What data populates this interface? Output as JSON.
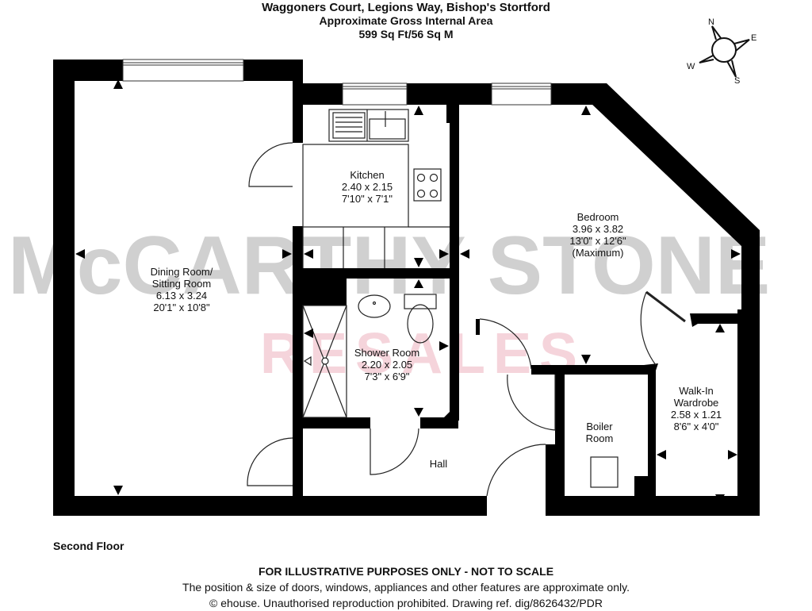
{
  "header": {
    "address": "Waggoners Court, Legions Way, Bishop's Stortford",
    "area_title": "Approximate Gross Internal Area",
    "area_value": "599 Sq Ft/56 Sq M"
  },
  "compass": {
    "n": "N",
    "e": "E",
    "s": "S",
    "w": "W"
  },
  "watermark": {
    "brand": "McCARTHY STONE",
    "sub": "RESALES"
  },
  "rooms": {
    "dining": {
      "name1": "Dining Room/",
      "name2": "Sitting Room",
      "metric": "6.13 x 3.24",
      "imperial": "20'1\" x 10'8\""
    },
    "kitchen": {
      "name": "Kitchen",
      "metric": "2.40 x 2.15",
      "imperial": "7'10\" x 7'1\""
    },
    "bedroom": {
      "name": "Bedroom",
      "metric": "3.96 x 3.82",
      "imperial": "13'0\" x 12'6\"",
      "note": "(Maximum)"
    },
    "shower": {
      "name": "Shower Room",
      "metric": "2.20 x 2.05",
      "imperial": "7'3\" x 6'9\""
    },
    "hall": {
      "name": "Hall"
    },
    "boiler": {
      "name1": "Boiler",
      "name2": "Room"
    },
    "wardrobe": {
      "name1": "Walk-In",
      "name2": "Wardrobe",
      "metric": "2.58 x 1.21",
      "imperial": "8'6\" x 4'0\""
    }
  },
  "floor_label": "Second Floor",
  "footer": {
    "disclaimer": "FOR ILLUSTRATIVE PURPOSES ONLY - NOT TO SCALE",
    "note": "The position & size of doors, windows, appliances and other features are approximate only.",
    "copyright": "© ehouse. Unauthorised reproduction prohibited. Drawing ref. dig/8626432/PDR"
  }
}
